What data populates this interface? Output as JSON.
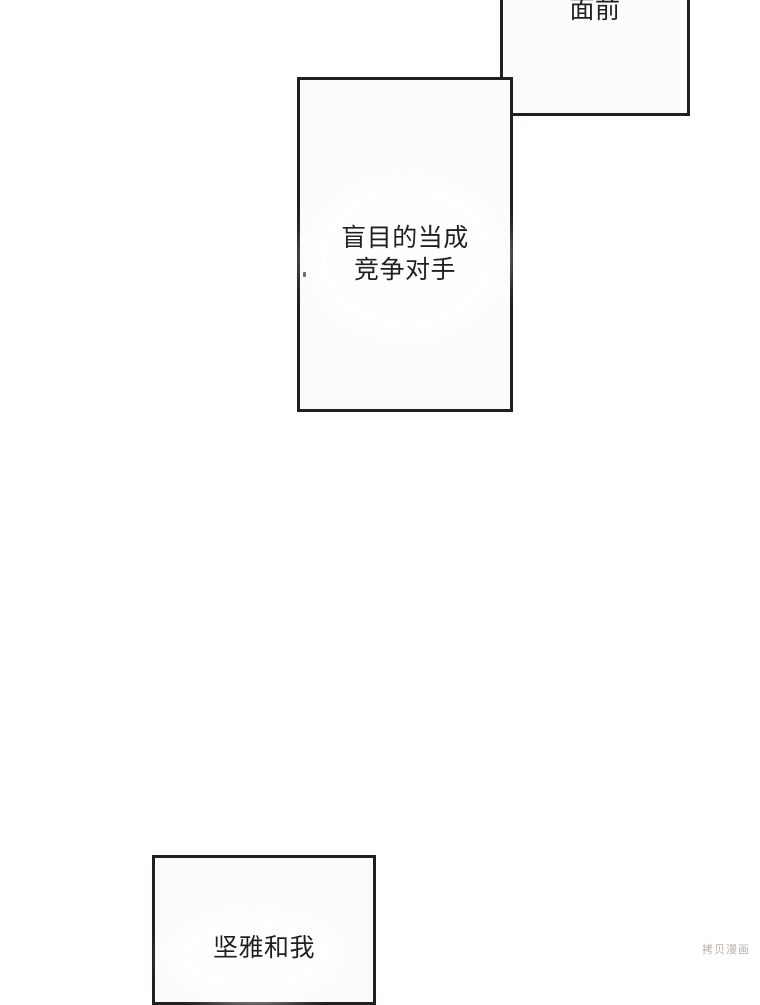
{
  "page": {
    "background_color": "#ffffff",
    "panel_border_color": "#231f20",
    "panel_fill_color": "#fbfbfa",
    "text_color": "#231f20"
  },
  "panels": [
    {
      "id": "top-right",
      "name": "panel-top-right",
      "text": "面前"
    },
    {
      "id": "center",
      "name": "panel-center",
      "text": "盲目的当成\n竞争对手"
    },
    {
      "id": "bottom",
      "name": "panel-bottom",
      "text": "坚雅和我"
    }
  ],
  "watermark": {
    "text": "拷贝漫画",
    "color": "#b9b2ae"
  }
}
